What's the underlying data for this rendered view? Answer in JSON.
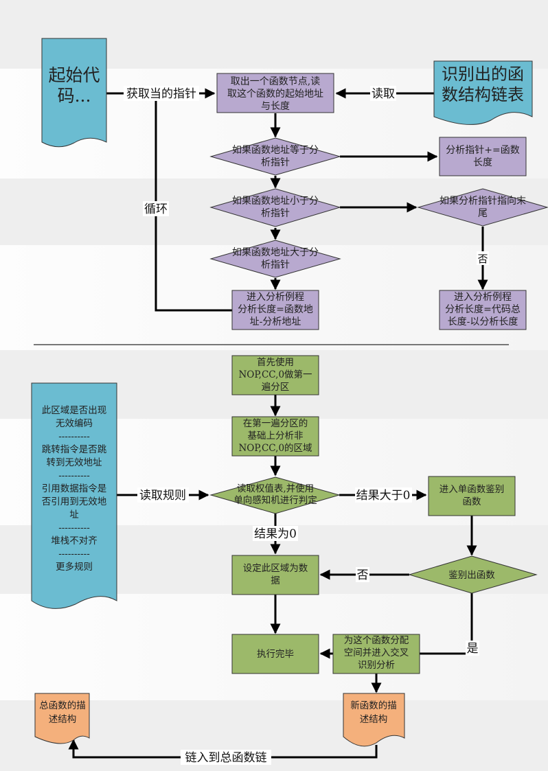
{
  "colors": {
    "purple_fill": "#b8a9cf",
    "green_fill": "#9cb96a",
    "blue_fill": "#6bbcd1",
    "orange_fill": "#f4b07c",
    "stroke": "#333333",
    "arrow": "#000000"
  },
  "top_section": {
    "nodes": {
      "start_code": "起始代\n码...",
      "func_list": "识别出的函\n数结构链表",
      "fetch_node": "取出一个函数节点,读\n取这个函数的起始地址\n与长度",
      "if_equal": "如果函数地址等于分\n析指针",
      "ptr_add": "分析指针+=函数\n长度",
      "if_less": "如果函数地址小于分\n析指针",
      "if_end": "如果分析指针指向末\n尾",
      "if_greater": "如果函数地址大于分\n析指针",
      "enter_routine_a": "进入分析例程\n分析长度=函数地\n址-分析地址",
      "enter_routine_b": "进入分析例程\n分析长度=代码总\n长度-以分析长度"
    },
    "edge_labels": {
      "get_pointer": "获取当的指针",
      "read": "读取",
      "loop": "循环",
      "no": "否"
    }
  },
  "bottom_section": {
    "nodes": {
      "first_pass": "首先使用\nNOP,CC,0做第一\n遍分区",
      "analyze_non": "在第一遍分区的\n基础上分析非\nNOP,CC,0的区域",
      "rules": "此区域是否出现\n无效编码\n----------\n跳转指令是否跳\n转到无效地址\n----------\n引用数据指令是\n否引用到无效地\n址\n----------\n堆栈不对齐\n----------\n更多规则",
      "perceptron": "读取权值表,并使用\n单向感知机进行判定",
      "single_func": "进入单函数鉴别\n函数",
      "set_data": "设定此区域为数\n据",
      "identified": "鉴别出函数",
      "done": "执行完毕",
      "allocate": "为这个函数分配\n空间并进入交叉\n识别分析",
      "total_struct": "总函数的描\n述结构",
      "new_struct": "新函数的描\n述结构"
    },
    "edge_labels": {
      "read_rules": "读取规则",
      "result_gt0": "结果大于0",
      "result_0": "结果为0",
      "no": "否",
      "yes": "是",
      "link_total": "链入到总函数链"
    }
  }
}
